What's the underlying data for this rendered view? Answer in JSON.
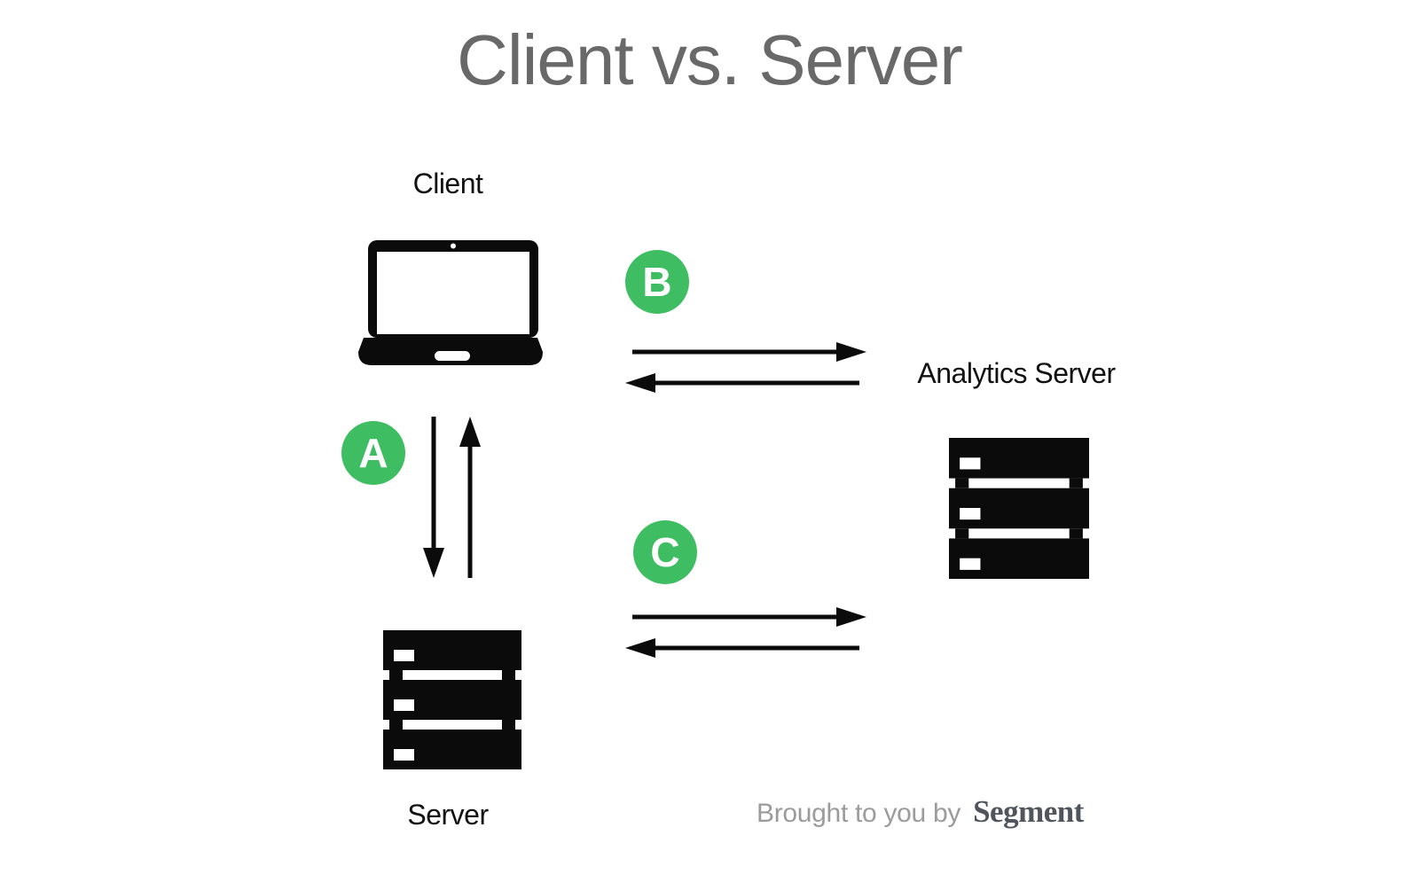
{
  "title": "Client vs. Server",
  "diagram": {
    "client_label": "Client",
    "server_label": "Server",
    "analytics_label": "Analytics Server",
    "badges": {
      "a": "A",
      "b": "B",
      "c": "C"
    }
  },
  "footer": {
    "prefix": "Brought to you by",
    "brand": "Segment"
  },
  "colors": {
    "badge_green": "#3ebd63",
    "title_gray": "#696969",
    "footer_gray": "#9b9b9b",
    "brand_slate": "#50555d",
    "icon_black": "#0b0b0b"
  }
}
